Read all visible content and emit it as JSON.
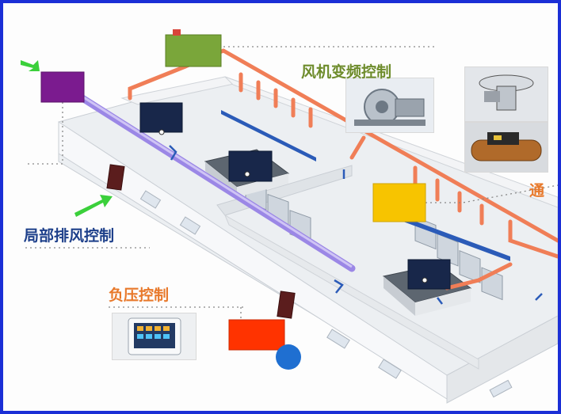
{
  "labels": {
    "fan_vfd_control": "风机变频控制",
    "local_exhaust_control": "局部排风控制",
    "negative_pressure_control": "负压控制",
    "partial_right": "通"
  },
  "colors": {
    "frame_border": "#1b2fd6",
    "fan_vfd_text": "#6e8c2c",
    "local_exhaust_text": "#1d3f8a",
    "negative_pressure_text": "#e8792b",
    "duct_orange": "#f07e57",
    "duct_purple": "#9b87e6",
    "box_navy": "#18274a",
    "box_green": "#7aa63a",
    "box_purple": "#7b1b8f",
    "box_yellow": "#f7c400",
    "box_red": "#ff3300",
    "circle_blue": "#1f6fd1",
    "arrow_green": "#3bd03b"
  },
  "icons": [
    "green-arrow-icon",
    "airflow-arrow-icon"
  ]
}
